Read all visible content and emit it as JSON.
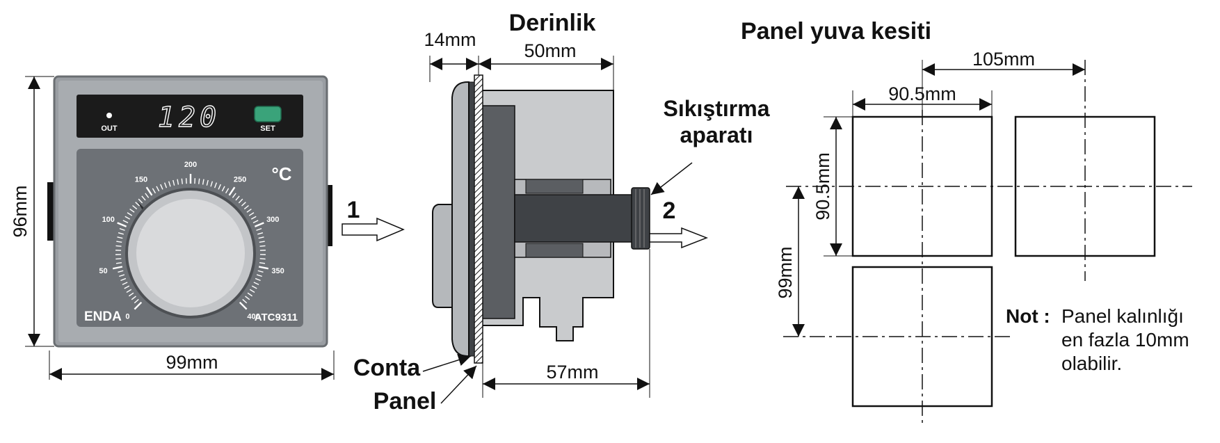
{
  "front_view": {
    "display_value": "120",
    "out_label": "OUT",
    "set_label": "SET",
    "unit": "°C",
    "brand": "ENDA",
    "model": "ATC9311",
    "scale_labels": [
      "0",
      "50",
      "100",
      "150",
      "200",
      "250",
      "300",
      "350",
      "400"
    ],
    "width_dim": "99mm",
    "height_dim": "96mm",
    "step_1": "1"
  },
  "side_view": {
    "title": "Derinlik",
    "bezel_depth": "14mm",
    "body_depth": "50mm",
    "total_depth": "57mm",
    "clamp_label_line1": "Sıkıştırma",
    "clamp_label_line2": "aparatı",
    "gasket_label": "Conta",
    "panel_label": "Panel",
    "step_2": "2"
  },
  "cutout": {
    "title": "Panel yuva kesiti",
    "pitch_h": "105mm",
    "cut_w": "90.5mm",
    "cut_h": "90.5mm",
    "pitch_v": "99mm",
    "note_label": "Not :",
    "note_line1": "Panel kalınlığı",
    "note_line2": "en fazla 10mm",
    "note_line3": "olabilir."
  },
  "colors": {
    "housing": "#9a9ea3",
    "face": "#6d7176",
    "display_bg": "#1b1b1b",
    "set_button": "#3aa37a",
    "knob": "#d9dadc",
    "dark": "#3f4246",
    "light": "#c9cbcd"
  }
}
